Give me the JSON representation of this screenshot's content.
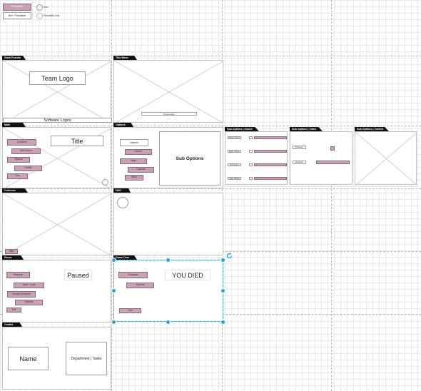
{
  "legend": {
    "pressable": "Pressable",
    "not_pressable": "Not+ Pressable",
    "icon": "Icon",
    "pressable_icon": "Pressable Icon"
  },
  "screens": {
    "start": {
      "tab": "Start/ Pseudo",
      "team_logo": "Team Logo",
      "software_logo": "Software Logox"
    },
    "title_menu": {
      "tab": "Title Menu",
      "prompt": "Press a key"
    },
    "main": {
      "tab": "Main",
      "title": "Title",
      "buttons": [
        "Continue",
        "New Game",
        "Options",
        "Credits",
        "Exit"
      ]
    },
    "options": {
      "tab": "Options",
      "header": "Options",
      "buttons": [
        "Sound",
        "Video",
        "Controls",
        "Back"
      ],
      "sub_options": "Sub Options"
    },
    "sub_sound": {
      "tab": "Sub Options | Sound",
      "labels": [
        "Master Volume",
        "Music Volume",
        "SFX Volume",
        "Voice Volume"
      ]
    },
    "sub_video": {
      "tab": "Sub Options | Video",
      "labels": [
        "Fullscreen",
        "Resolution"
      ]
    },
    "sub_control": {
      "tab": "Sub Options | Control"
    },
    "cutscene": {
      "tab": "Cutscene",
      "skip": "Skip"
    },
    "hud": {
      "tab": "HUD"
    },
    "pause": {
      "tab": "Pause",
      "title": "Paused",
      "buttons": [
        "Resume",
        "Save / Load",
        "Display Keybinds",
        "Options",
        "Exit"
      ]
    },
    "game_over": {
      "tab": "Game Over",
      "title": "YOU DIED",
      "buttons": [
        "Respawn",
        "Options",
        "Exit"
      ]
    },
    "credits": {
      "tab": "Credits",
      "name": "Name",
      "dept": "Department | Tasks"
    }
  },
  "colors": {
    "button_fill": "#c9a0b6",
    "button_border": "#8a6b7c",
    "selection": "#29a3e0"
  }
}
